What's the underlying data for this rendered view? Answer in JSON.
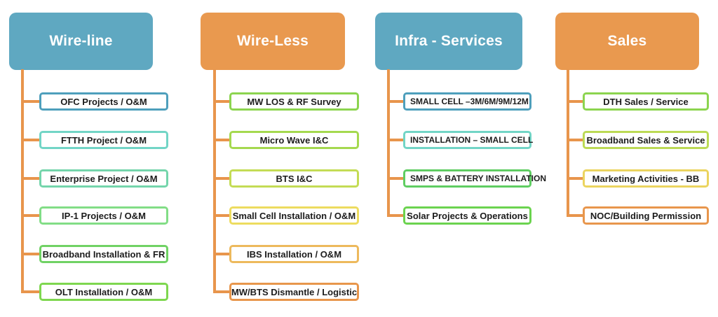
{
  "colors": {
    "connector": "#E8954C",
    "header_blue": "#5FA8C1",
    "header_orange": "#E9994F",
    "item_text": "#1C1C1C",
    "background": "#FFFFFF"
  },
  "columns": [
    {
      "header": {
        "label": "Wire-line",
        "color": "#5FA8C1"
      },
      "items": [
        {
          "label": "OFC Projects / O&M",
          "border_color": "#4E9FBC"
        },
        {
          "label": "FTTH Project / O&M",
          "border_color": "#72D5C6"
        },
        {
          "label": "Enterprise Project / O&M",
          "border_color": "#74D5AB"
        },
        {
          "label": "IP-1 Projects / O&M",
          "border_color": "#82DD86"
        },
        {
          "label": "Broadband Installation & FR",
          "border_color": "#70D264"
        },
        {
          "label": "OLT Installation / O&M",
          "border_color": "#7ED74F"
        }
      ]
    },
    {
      "header": {
        "label": "Wire-Less",
        "color": "#E9994F"
      },
      "items": [
        {
          "label": "MW LOS & RF Survey",
          "border_color": "#8CD44F"
        },
        {
          "label": "Micro Wave I&C",
          "border_color": "#A5D94F"
        },
        {
          "label": "BTS I&C",
          "border_color": "#C4DC55"
        },
        {
          "label": "Small Cell Installation / O&M",
          "border_color": "#EDDC5F"
        },
        {
          "label": "IBS Installation / O&M",
          "border_color": "#EDB95C"
        },
        {
          "label": "MW/BTS Dismantle / Logistic",
          "border_color": "#E8964C"
        }
      ]
    },
    {
      "header": {
        "label": "Infra - Services",
        "color": "#5FA8C1"
      },
      "items": [
        {
          "label": "SMALL CELL –3M/6M/9M/12M",
          "border_color": "#4E9FBC"
        },
        {
          "label": "INSTALLATION – SMALL CELL",
          "border_color": "#72D5C6"
        },
        {
          "label": "SMPS & BATTERY INSTALLATION",
          "border_color": "#5FCD62"
        },
        {
          "label": "Solar Projects & Operations",
          "border_color": "#6BD34F"
        }
      ]
    },
    {
      "header": {
        "label": "Sales",
        "color": "#E9994F"
      },
      "items": [
        {
          "label": "DTH Sales / Service",
          "border_color": "#8CD44F"
        },
        {
          "label": "Broadband Sales & Service",
          "border_color": "#BCDA55"
        },
        {
          "label": "Marketing Activities - BB",
          "border_color": "#EBD45F"
        },
        {
          "label": "NOC/Building Permission",
          "border_color": "#E8964C"
        }
      ]
    }
  ]
}
